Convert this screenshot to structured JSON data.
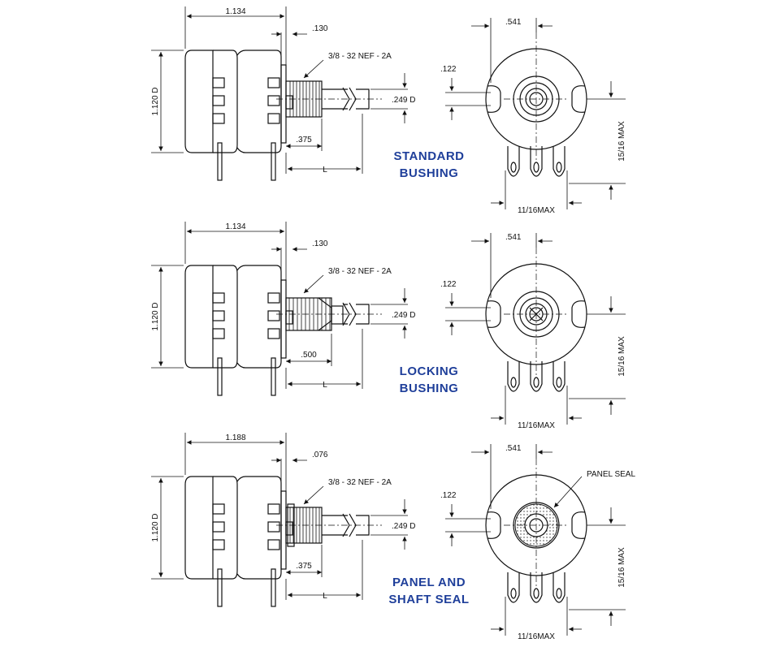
{
  "colors": {
    "caption": "#1f3f9a",
    "ink": "#111111",
    "background": "#ffffff"
  },
  "variants": [
    {
      "caption_line1": "STANDARD",
      "caption_line2": "BUSHING",
      "body_length": "1.134",
      "flange": ".130",
      "thread": "3/8 - 32 NEF - 2A",
      "height": "1.120 D",
      "shaft_dia": ".249 D",
      "bushing_len": ".375",
      "shaft_len": "L",
      "front_width": ".541",
      "front_offset": ".122",
      "front_height": "15/16 MAX",
      "terminal_width": "11/16MAX"
    },
    {
      "caption_line1": "LOCKING",
      "caption_line2": "BUSHING",
      "body_length": "1.134",
      "flange": ".130",
      "thread": "3/8 - 32 NEF - 2A",
      "height": "1.120 D",
      "shaft_dia": ".249 D",
      "bushing_len": ".500",
      "shaft_len": "L",
      "front_width": ".541",
      "front_offset": ".122",
      "front_height": "15/16 MAX",
      "terminal_width": "11/16MAX"
    },
    {
      "caption_line1": "PANEL AND",
      "caption_line2": "SHAFT SEAL",
      "body_length": "1.188",
      "flange": ".076",
      "thread": "3/8 - 32 NEF - 2A",
      "height": "1.120 D",
      "shaft_dia": ".249 D",
      "bushing_len": ".375",
      "shaft_len": "L",
      "front_width": ".541",
      "front_offset": ".122",
      "front_height": "15/16 MAX",
      "terminal_width": "11/16MAX",
      "seal_label": "PANEL SEAL"
    }
  ]
}
